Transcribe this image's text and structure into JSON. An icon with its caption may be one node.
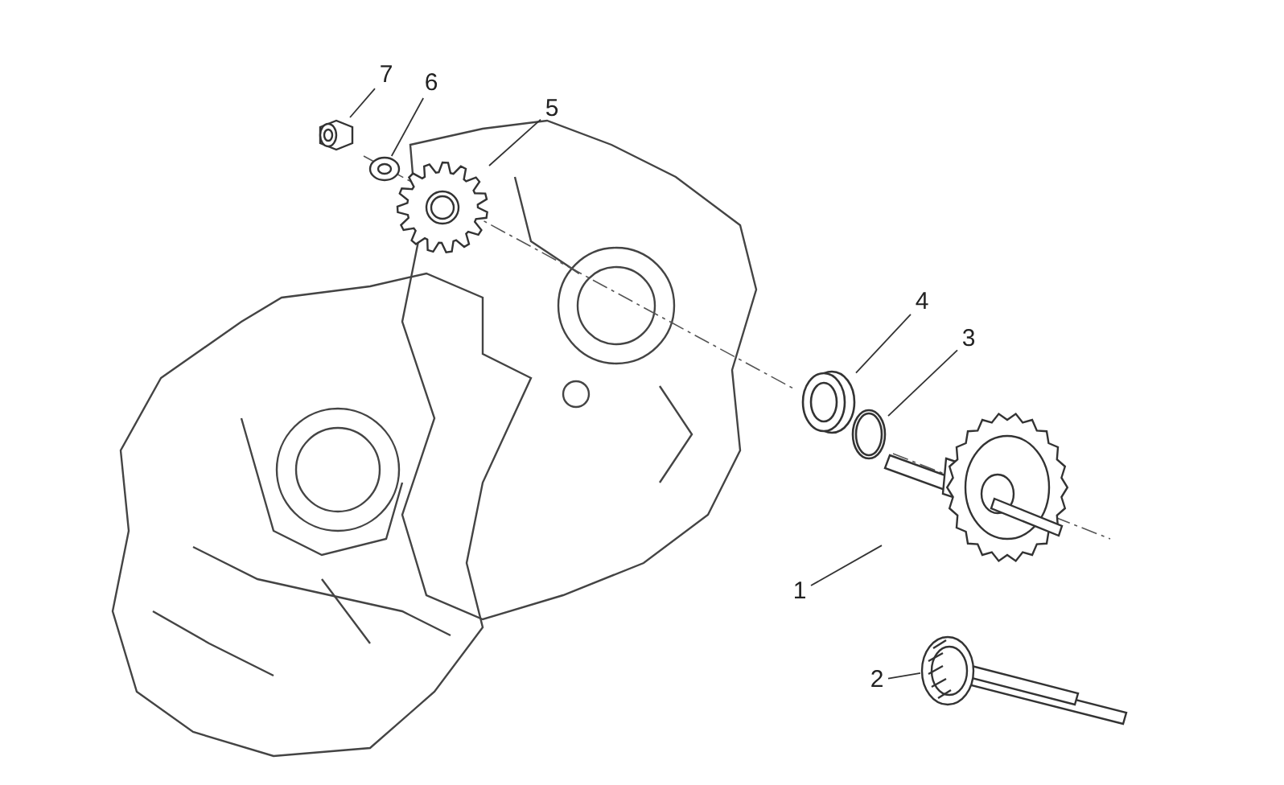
{
  "diagram": {
    "nodes": [
      {
        "text": [
          "7"
        ]
      },
      {
        "text": [
          "6"
        ]
      },
      {
        "text": [
          "5"
        ]
      },
      {
        "text": [
          "4"
        ]
      },
      {
        "text": [
          "3"
        ]
      },
      {
        "text": [
          "1"
        ]
      },
      {
        "text": [
          "2"
        ]
      },
      {
        "text": [],
        "shape": "picture"
      },
      {
        "text": [],
        "shape": "picture"
      },
      {
        "text": [],
        "shape": "picture"
      },
      {
        "text": [],
        "shape": "picture"
      },
      {
        "text": [],
        "shape": "picture"
      },
      {
        "text": [],
        "shape": "picture"
      },
      {
        "text": [],
        "shape": "picture"
      }
    ],
    "edges": [
      {
        "from": 0,
        "to": 7,
        "arrow": "none"
      },
      {
        "from": 1,
        "to": 8,
        "arrow": "none"
      },
      {
        "from": 2,
        "to": 9,
        "arrow": "none"
      },
      {
        "from": 3,
        "to": 10,
        "arrow": "none"
      },
      {
        "from": 4,
        "to": 11,
        "arrow": "none"
      },
      {
        "from": 5,
        "to": 12,
        "arrow": "none"
      },
      {
        "from": 6,
        "to": 13,
        "arrow": "none"
      }
    ]
  }
}
